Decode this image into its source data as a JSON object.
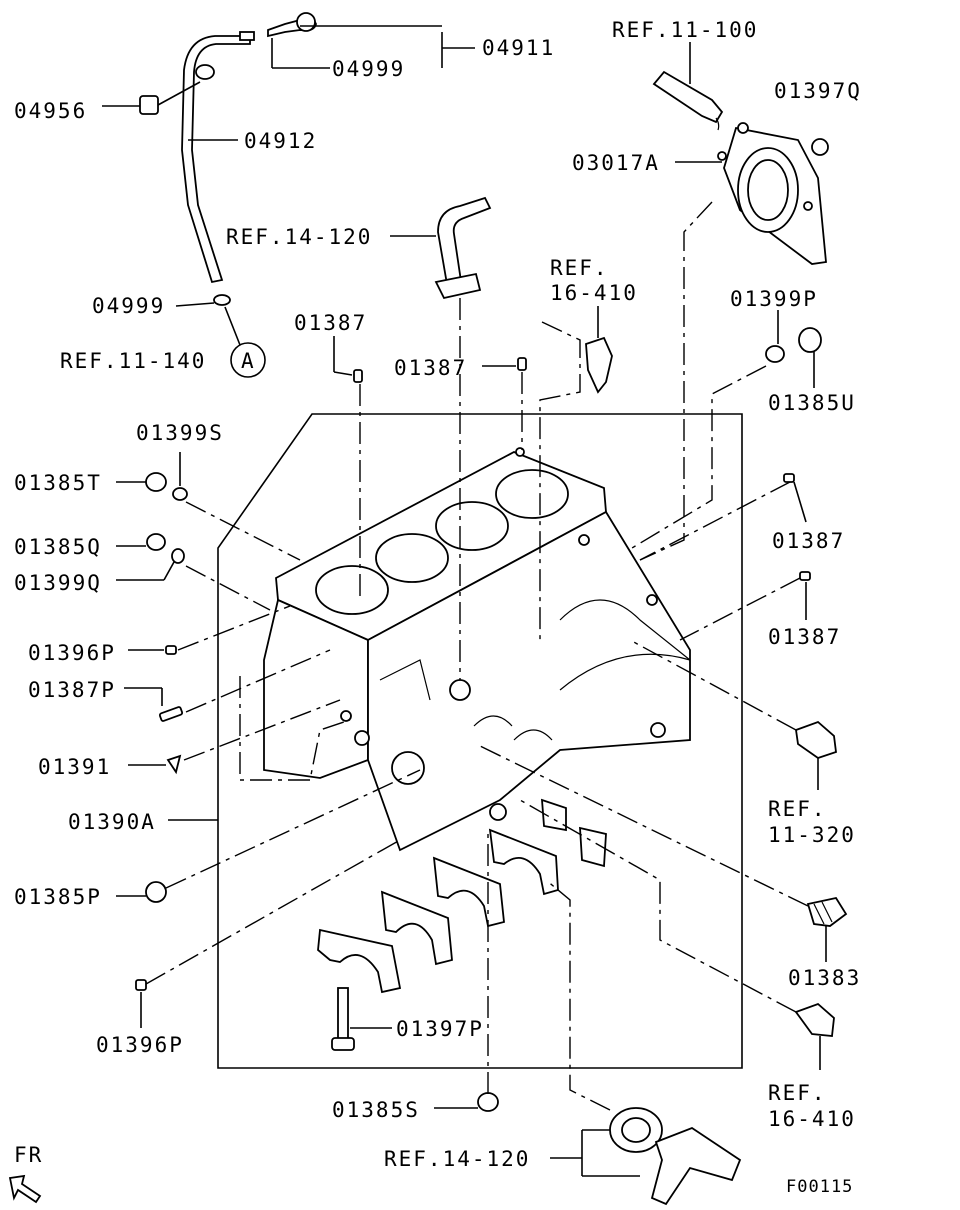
{
  "labels": {
    "p04911": "04911",
    "p04999_top": "04999",
    "p04956": "04956",
    "p04912": "04912",
    "p04999_mid": "04999",
    "ref_11_140": "REF.11-140",
    "circle_a": "A",
    "ref_11_100": "REF.11-100",
    "p01397q": "01397Q",
    "p03017a": "03017A",
    "ref_14_120_top": "REF.14-120",
    "ref_16_410_top_line1": "REF.",
    "ref_16_410_top_line2": "16-410",
    "p01387_a": "01387",
    "p01387_b": "01387",
    "p01399p": "01399P",
    "p01385u": "01385U",
    "p01399s": "01399S",
    "p01385t": "01385T",
    "p01385q": "01385Q",
    "p01399q": "01399Q",
    "p01387_c": "01387",
    "p01387_d": "01387",
    "p01396p_a": "01396P",
    "p01387p": "01387P",
    "p01391": "01391",
    "p01390a": "01390A",
    "ref_11_320_line1": "REF.",
    "ref_11_320_line2": "11-320",
    "p01385p": "01385P",
    "p01383": "01383",
    "p01397p": "01397P",
    "p01396p_b": "01396P",
    "ref_16_410_bot_line1": "REF.",
    "ref_16_410_bot_line2": "16-410",
    "p01385s": "01385S",
    "ref_14_120_bot": "REF.14-120",
    "fr": "FR",
    "figure_code": "F00115"
  },
  "icons": {
    "front_arrow": "fr-arrow-icon"
  },
  "colors": {
    "ink": "#000000",
    "paper": "#ffffff"
  }
}
